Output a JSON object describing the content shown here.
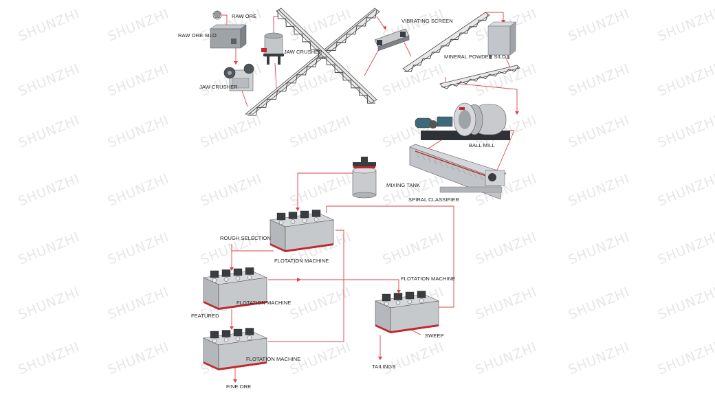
{
  "watermark": "SHUNZHI",
  "colors": {
    "flow_line": "#e0404a",
    "machine_gray": "#c9cbce",
    "machine_dark": "#3a3d40",
    "accent_red": "#c0282e",
    "watermark": "#d2d2d2"
  },
  "labels": {
    "raw_ore": "RAW ORE",
    "raw_ore_silo": "RAW ORE SILO",
    "jaw_crusher_1": "JAW CRUSHER",
    "jaw_crusher_2": "JAW CRUSHER",
    "vibrating_screen": "VIBRATING SCREEN",
    "mineral_powder_silo": "MINERAL POWDER SILO",
    "ball_mill": "BALL MILL",
    "mixing_tank": "MIXING TANK",
    "spiral_classifier": "SPIRAL CLASSIFIER",
    "rough_selection": "ROUGH SELECTION",
    "flotation_machine_1": "FLOTATION MACHINE",
    "flotation_machine_2": "FLOTATION MACHINE",
    "flotation_machine_3": "FLOTATION MACHINE",
    "flotation_machine_4": "FLOTATION MACHINE",
    "featured": "FEATURED",
    "sweep": "SWEEP",
    "tailings": "TAILINGS",
    "fine_ore": "FINE ORE"
  }
}
